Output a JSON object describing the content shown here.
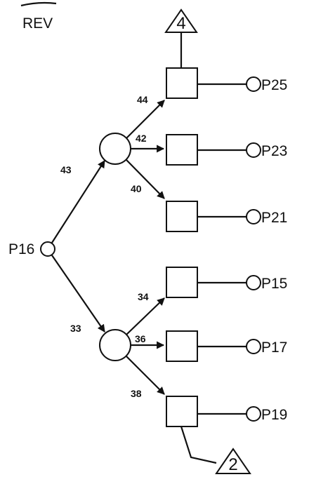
{
  "header": {
    "label": "REV"
  },
  "source": {
    "label": "P16"
  },
  "edge_labels": {
    "upper_main": "43",
    "lower_main": "33",
    "upper_1": "44",
    "upper_2": "42",
    "upper_3": "40",
    "lower_1": "34",
    "lower_2": "36",
    "lower_3": "38"
  },
  "outputs": [
    "P25",
    "P23",
    "P21",
    "P15",
    "P17",
    "P19"
  ],
  "markers": {
    "top": "4",
    "bottom": "2"
  }
}
